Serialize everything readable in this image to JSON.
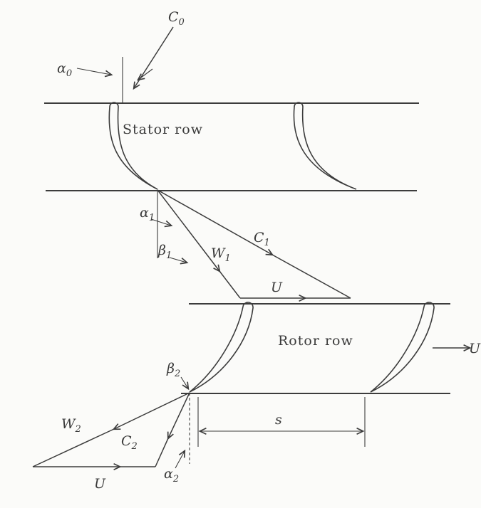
{
  "labels": {
    "c0": {
      "base": "C",
      "sub": "0"
    },
    "alpha0": {
      "base": "α",
      "sub": "0"
    },
    "stator_row": "Stator row",
    "alpha1": {
      "base": "α",
      "sub": "1"
    },
    "beta1": {
      "base": "β",
      "sub": "1"
    },
    "w1": {
      "base": "W",
      "sub": "1"
    },
    "c1": {
      "base": "C",
      "sub": "1"
    },
    "u1": "U",
    "rotor_row": "Rotor row",
    "u_blade": "U",
    "beta2": {
      "base": "β",
      "sub": "2"
    },
    "w2": {
      "base": "W",
      "sub": "2"
    },
    "c2": {
      "base": "C",
      "sub": "2"
    },
    "alpha2": {
      "base": "α",
      "sub": "2"
    },
    "u2": "U",
    "s": "s"
  },
  "colors": {
    "ink": "#3c3c3c",
    "background": "#fbfbf9"
  }
}
